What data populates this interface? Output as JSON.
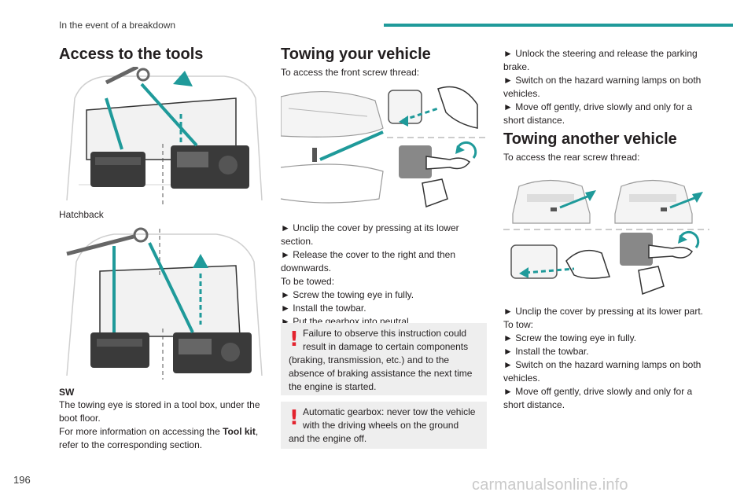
{
  "header": {
    "section": "In the event of a breakdown",
    "accent_color": "#1f9a9a"
  },
  "page_number": "196",
  "watermark": "carmanualsonline.info",
  "col1": {
    "title": "Access to the tools",
    "caption_hatchback": "Hatchback",
    "caption_sw": "SW",
    "body": [
      "The towing eye is stored in a tool box, under the",
      "boot floor.",
      "For more information on accessing the "
    ],
    "body_bold": "Tool kit",
    "body_tail": ",",
    "body_last": "refer to the corresponding section."
  },
  "col2": {
    "title": "Towing your vehicle",
    "intro": "To access the front screw thread:",
    "steps": [
      "► Unclip the cover by pressing at its lower",
      "section.",
      "► Release the cover to the right and then",
      "downwards.",
      "To be towed:",
      "► Screw the towing eye in fully.",
      "► Install the towbar.",
      "► Put the gearbox into neutral."
    ],
    "warning1": [
      "Failure to observe this instruction could",
      "result in damage to certain components",
      "(braking, transmission, etc.) and to the",
      "absence of braking assistance the next time",
      "the engine is started."
    ],
    "warning2": [
      "Automatic gearbox: never tow the vehicle",
      "with the driving wheels on the ground",
      "and the engine off."
    ],
    "warning_color": "#e3232e"
  },
  "col3": {
    "top_steps": [
      "► Unlock the steering and release the parking",
      "brake.",
      "► Switch on the hazard warning lamps on both",
      "vehicles.",
      "► Move off gently, drive slowly and only for a",
      "short distance."
    ],
    "title": "Towing another vehicle",
    "intro": "To access the rear screw thread:",
    "steps": [
      "► Unclip the cover by pressing at its lower part.",
      "To tow:",
      "► Screw the towing eye in fully.",
      "► Install the towbar.",
      "► Switch on the hazard warning lamps on both",
      "vehicles.",
      "► Move off gently, drive slowly and only for a",
      "short distance."
    ]
  }
}
